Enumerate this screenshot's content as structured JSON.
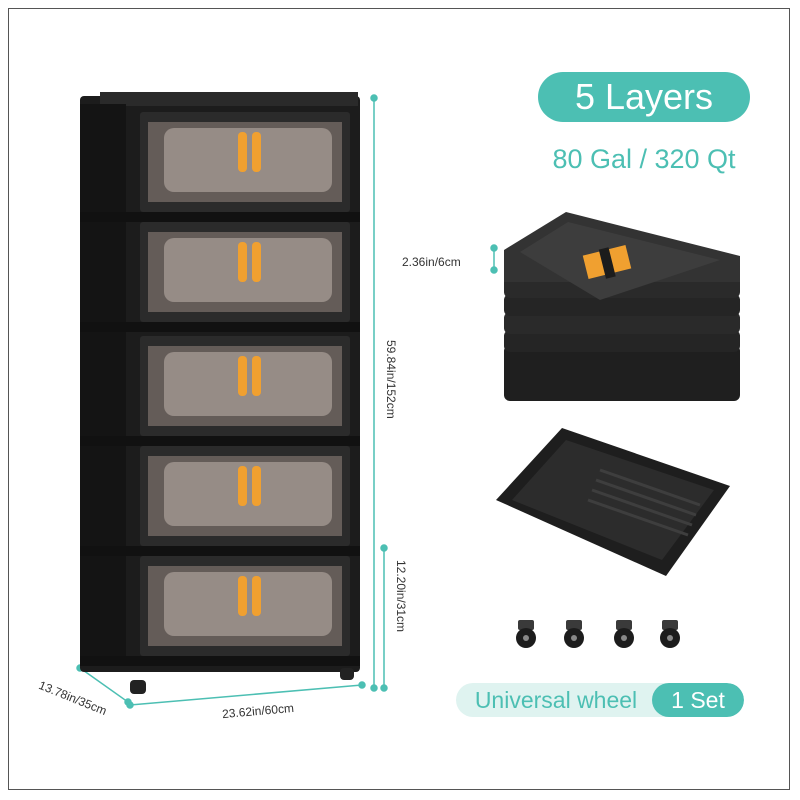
{
  "title": "5 Layers",
  "capacity": "80 Gal / 320 Qt",
  "dimensions": {
    "height_total": "59.84in/152cm",
    "height_layer": "12.20in/31cm",
    "width": "23.62in/60cm",
    "depth": "13.78in/35cm",
    "folded_height": "2.36in/6cm"
  },
  "wheels": {
    "label": "Universal wheel",
    "count": "1 Set",
    "icon": "caster-wheel-icon"
  },
  "colors": {
    "accent": "#4cbfb3",
    "accent_light": "#dff3f0",
    "cabinet": "#1c1c1c",
    "handle": "#f0a030"
  }
}
